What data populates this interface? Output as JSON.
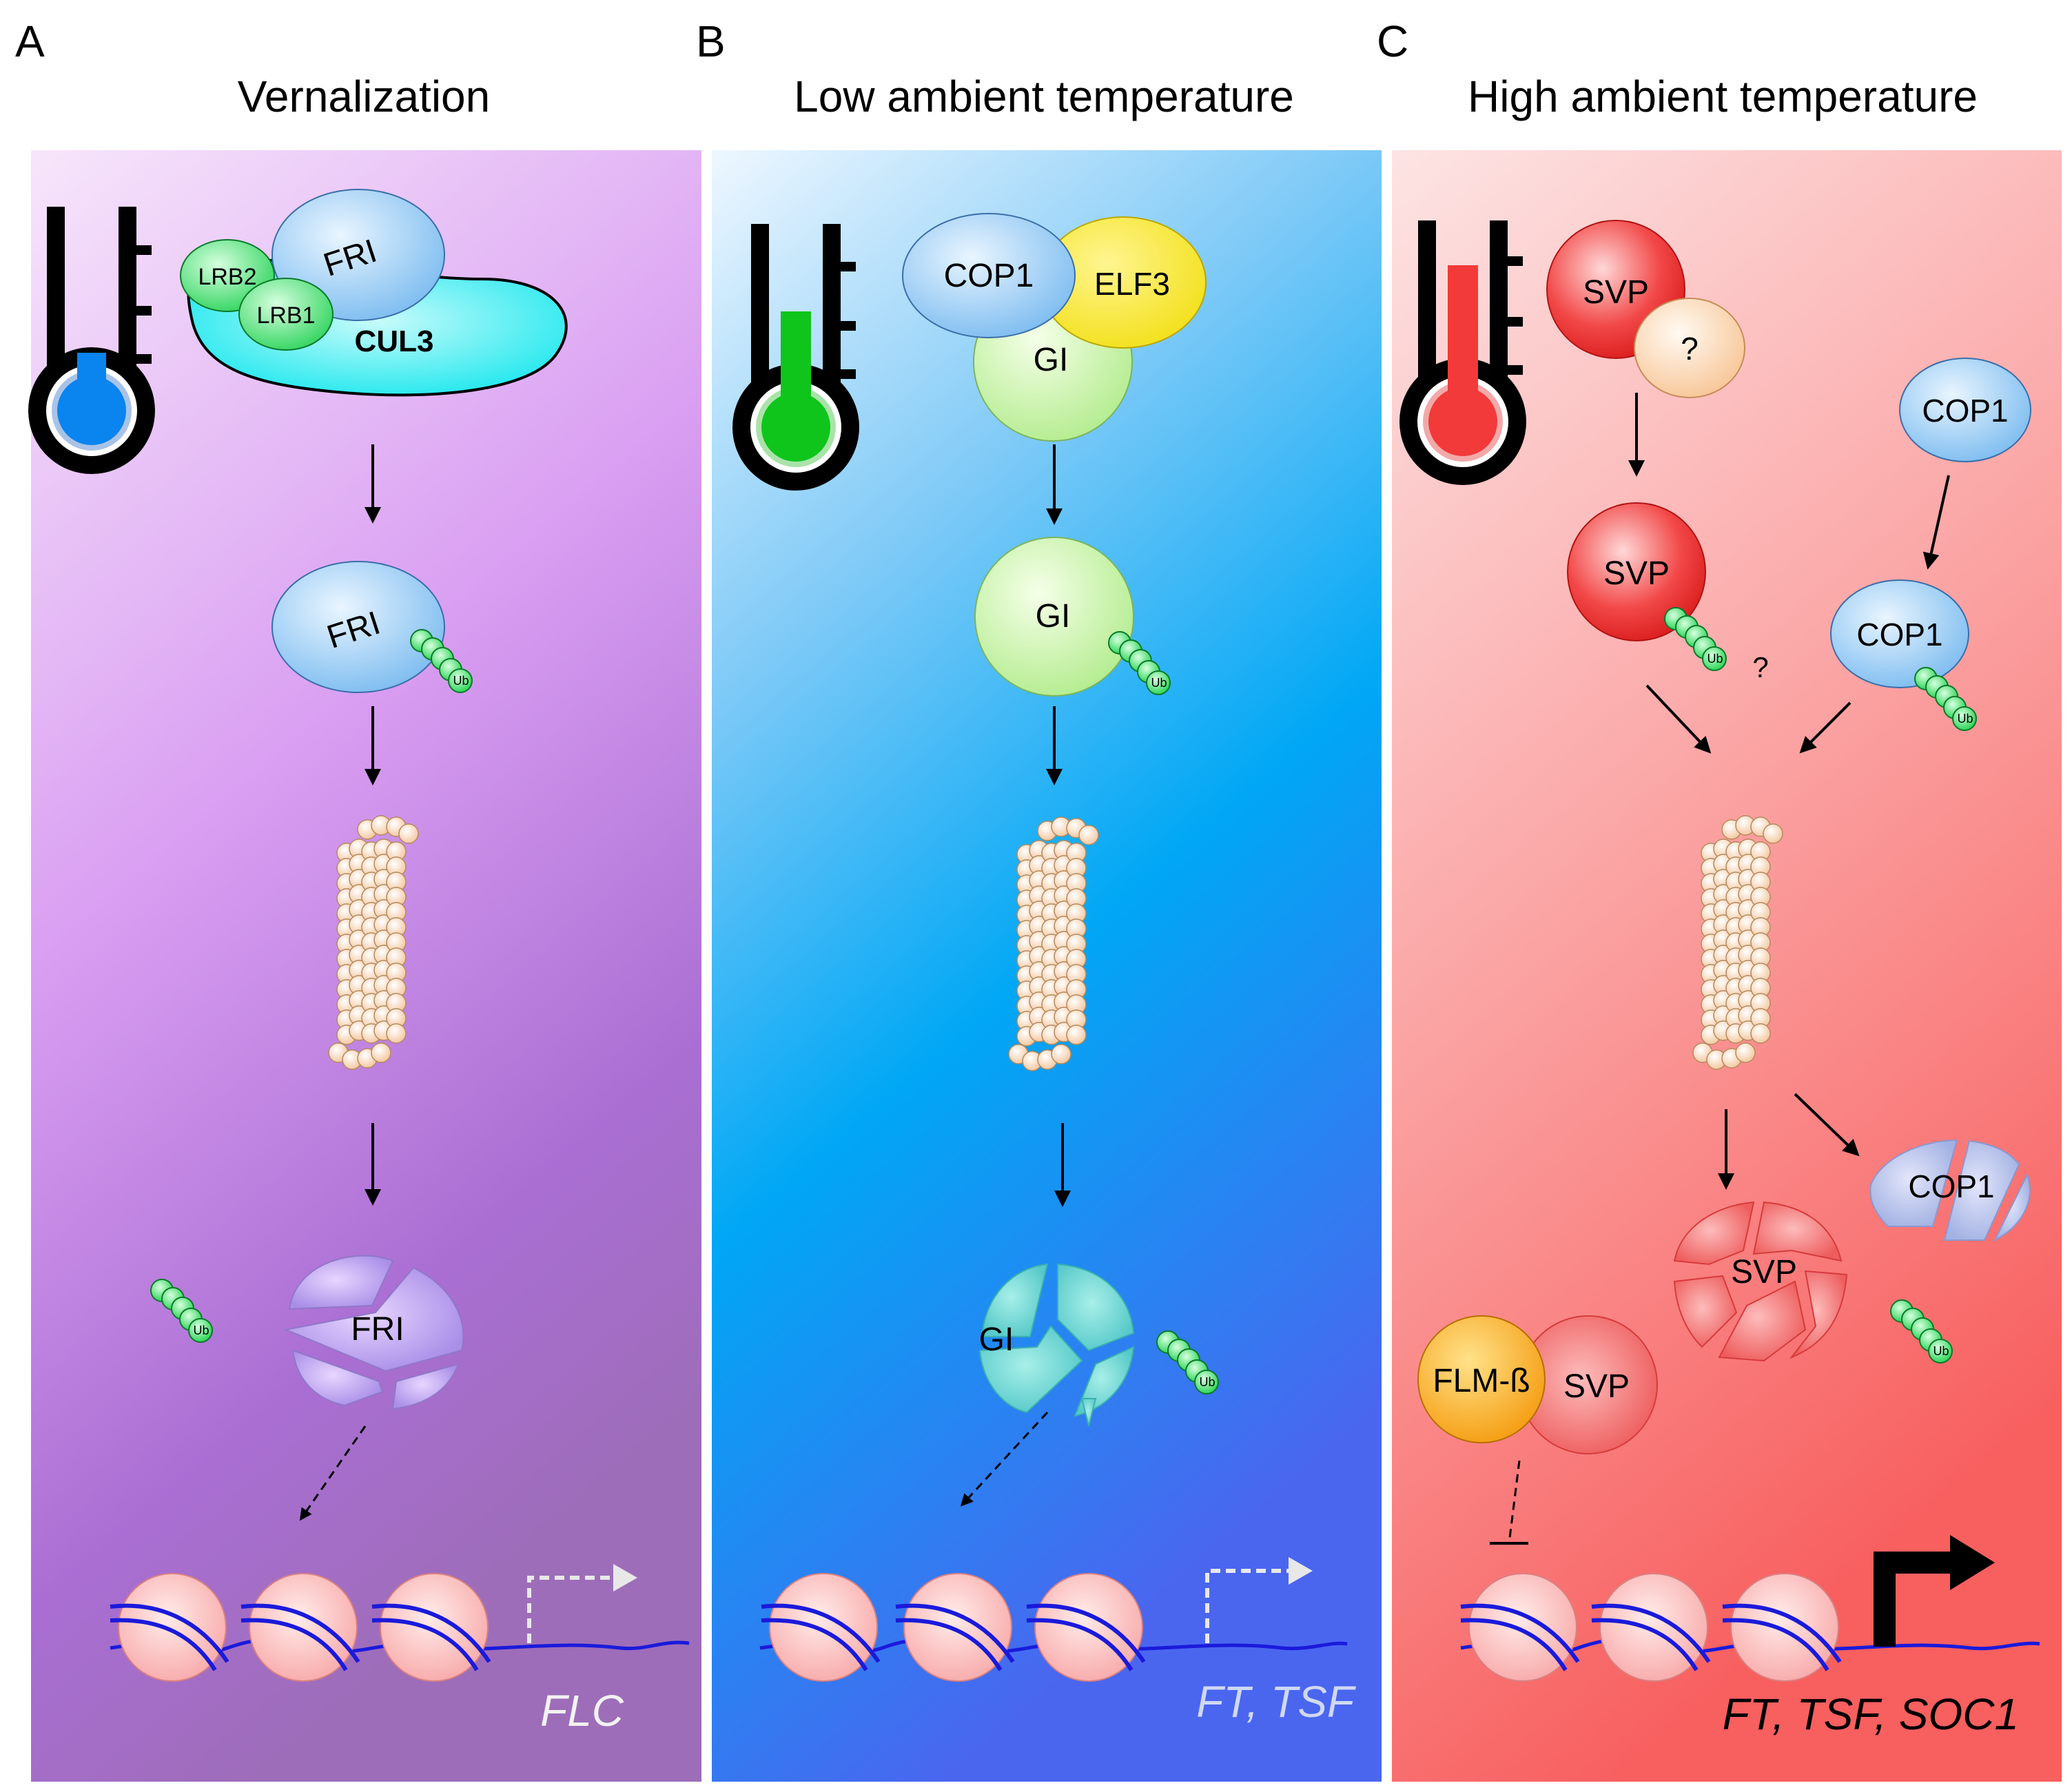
{
  "panels": [
    {
      "letter": "A",
      "title": "Vernalization"
    },
    {
      "letter": "B",
      "title": "Low ambient temperature"
    },
    {
      "letter": "C",
      "title": "High ambient temperature"
    }
  ],
  "colors": {
    "vernalization_bg": "#b07ad6",
    "low_temp_bg": "#1aa7f0",
    "high_temp_bg": "#fb8a8a",
    "thermo_cold": "#0a84ee",
    "thermo_low": "#0fc51c",
    "thermo_high": "#f23a3a",
    "ubiquitin": "#33dd66",
    "proteasome": "#f6d3a8",
    "dna": "#1a1adb"
  },
  "icons": [
    "thermometer-icon",
    "ubiquitin-chain-icon",
    "proteasome-icon",
    "nucleosome-icon",
    "transcription-arrow-icon"
  ],
  "labels": {
    "a": {
      "lrb2": "LRB2",
      "lrb1": "LRB1",
      "fri": "FRI",
      "cul3": "CUL3",
      "fri2": "FRI",
      "fri3": "FRI",
      "gene": "FLC",
      "ub1": "Ub",
      "ub2": "Ub"
    },
    "b": {
      "cop1": "COP1",
      "elf3": "ELF3",
      "gi": "GI",
      "gi2": "GI",
      "gi3": "GI",
      "gene": "FT, TSF",
      "ub1": "Ub",
      "ub2": "Ub"
    },
    "c": {
      "svp": "SVP",
      "q1": "?",
      "cop1": "COP1",
      "svp2": "SVP",
      "q2": "?",
      "cop1b": "COP1",
      "cop1c": "COP1",
      "svp3": "SVP",
      "flm": "FLM-ß",
      "svp4": "SVP",
      "gene": "FT, TSF, SOC1",
      "ub1": "Ub",
      "ub2": "Ub",
      "ub3": "Ub"
    }
  }
}
